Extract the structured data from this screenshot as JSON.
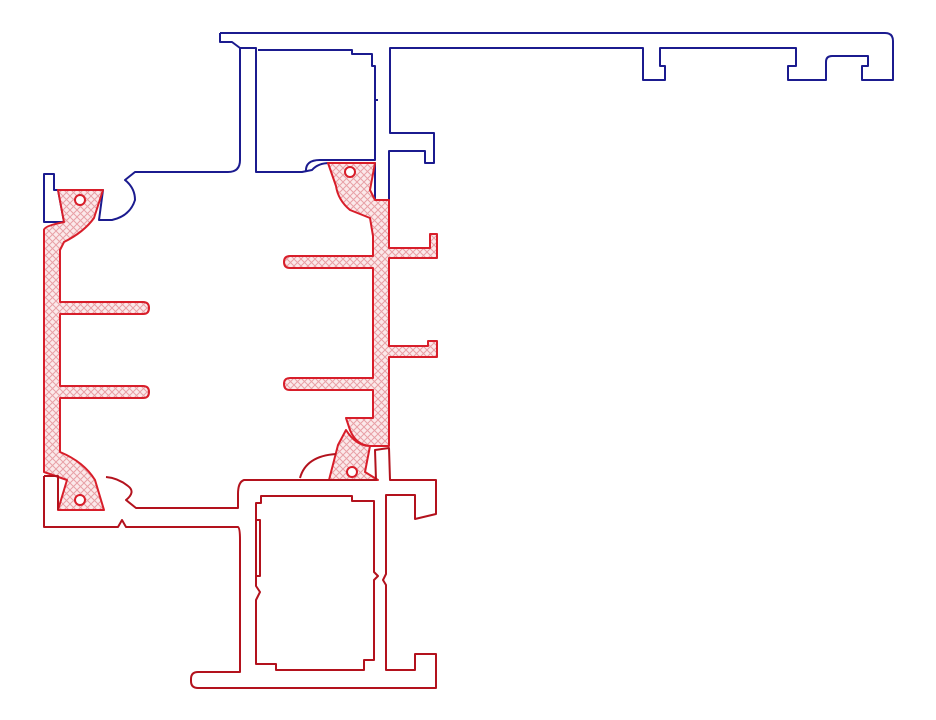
{
  "drawing": {
    "title": "",
    "colors": {
      "background": "#ffffff",
      "upper_profile": "#1b1b8f",
      "lower_profile": "#b3121d",
      "thermal_break": "#d81e2a",
      "hatch": "#e8a0a6"
    },
    "parts": [
      {
        "id": "upper-frame-profile",
        "kind": "aluminium profile outline",
        "color": "blue"
      },
      {
        "id": "thermal-break",
        "kind": "cross-hatched insulating section",
        "color": "red"
      },
      {
        "id": "lower-sash-profile",
        "kind": "aluminium profile outline",
        "color": "dark red"
      }
    ],
    "labels": []
  }
}
